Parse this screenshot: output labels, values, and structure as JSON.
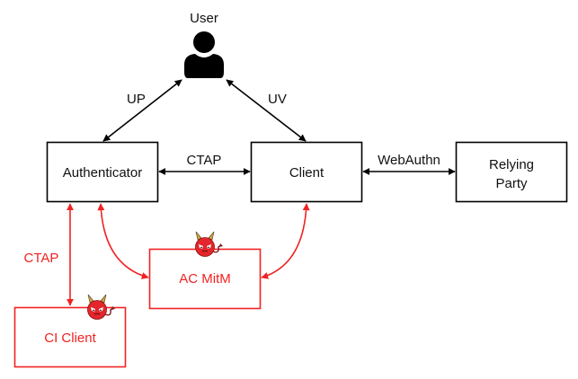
{
  "diagram": {
    "user": {
      "label": "User",
      "icon": "user-icon"
    },
    "nodes": {
      "authenticator": {
        "label": "Authenticator"
      },
      "client": {
        "label": "Client"
      },
      "relying_party": {
        "label_line1": "Relying",
        "label_line2": "Party"
      },
      "ac_mitm": {
        "label": "AC MitM",
        "icon": "devil-icon"
      },
      "ci_client": {
        "label": "CI Client",
        "icon": "devil-icon"
      }
    },
    "edges": {
      "up": {
        "label": "UP",
        "from": "Authenticator",
        "to": "User"
      },
      "uv": {
        "label": "UV",
        "from": "Client",
        "to": "User"
      },
      "ctap": {
        "label": "CTAP",
        "from": "Authenticator",
        "to": "Client"
      },
      "webauthn": {
        "label": "WebAuthn",
        "from": "Client",
        "to": "Relying Party"
      },
      "ctap_attack": {
        "label": "CTAP",
        "from": "Authenticator",
        "to": "CI Client"
      },
      "mitm_auth": {
        "label": "",
        "from": "Authenticator",
        "to": "AC MitM"
      },
      "mitm_client": {
        "label": "",
        "from": "Client",
        "to": "AC MitM"
      }
    },
    "colors": {
      "normal": "#000000",
      "attacker": "#f22222",
      "devil_face": "#e3262c",
      "devil_horn": "#c9a94a"
    }
  }
}
